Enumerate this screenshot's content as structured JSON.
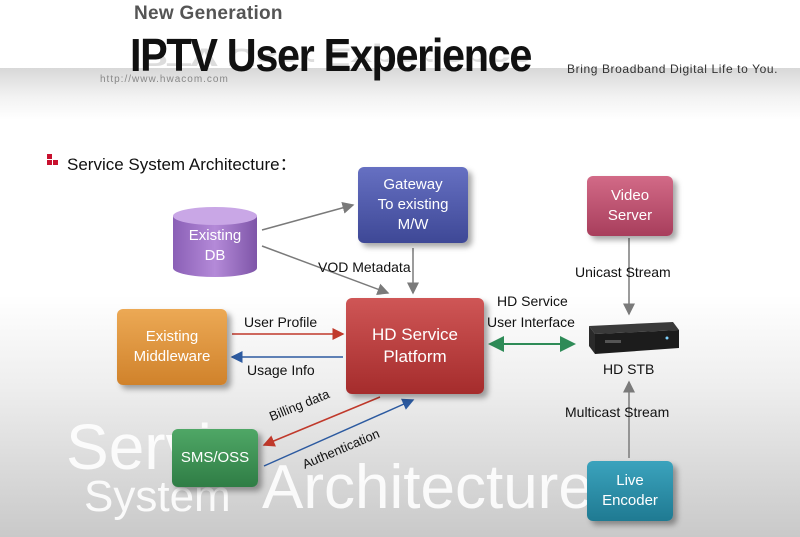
{
  "header": {
    "subtitle": "New Generation",
    "title": "IPTV User Experience",
    "url": "http://www.hwacom.com",
    "tagline": "Bring Broadband Digital Life to You."
  },
  "section": {
    "heading": "Service System Architecture："
  },
  "nodes": {
    "gateway": {
      "label": "Gateway\nTo existing\nM/W",
      "color": "#4b55a8"
    },
    "existing_db": {
      "label": "Existing\nDB",
      "color": "#9a6fc1"
    },
    "video_server": {
      "label": "Video\nServer",
      "color": "#c0506e"
    },
    "existing_middleware": {
      "label": "Existing\nMiddleware",
      "color": "#e0953a"
    },
    "hd_service_platform": {
      "label": "HD  Service\nPlatform",
      "color": "#bd3a3a"
    },
    "hd_stb": {
      "label": "HD STB"
    },
    "sms_oss": {
      "label": "SMS/OSS",
      "color": "#3f9255"
    },
    "live_encoder": {
      "label": "Live\nEncoder",
      "color": "#2e8fa8"
    }
  },
  "edges": {
    "vod_metadata": "VOD Metadata",
    "user_profile": "User Profile",
    "usage_info": "Usage Info",
    "hd_service_ui_line1": "HD Service",
    "hd_service_ui_line2": "User Interface",
    "unicast_stream": "Unicast Stream",
    "multicast_stream": "Multicast Stream",
    "billing_data": "Billing data",
    "authentication": "Authentication"
  },
  "watermark": {
    "line1": "Servi",
    "line2": "System",
    "line3": "Architecture"
  },
  "colors": {
    "arrow_gray": "#7a7a7a",
    "arrow_red": "#c0392b",
    "arrow_blue": "#2c5aa0",
    "arrow_green": "#2e8b57",
    "bullet_red": "#c8102e"
  }
}
